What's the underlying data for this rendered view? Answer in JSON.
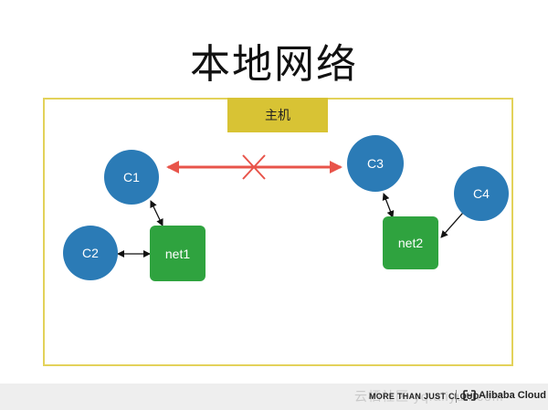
{
  "slide": {
    "title": "本地网络",
    "host_label": "主机"
  },
  "nodes": {
    "c1": "C1",
    "c2": "C2",
    "c3": "C3",
    "c4": "C4",
    "net1": "net1",
    "net2": "net2"
  },
  "colors": {
    "host_border": "#e3d25a",
    "host_label_bg": "#d8c334",
    "container": "#2b7bb6",
    "network": "#2fa33f",
    "blocked_link": "#e8544a"
  },
  "footer": {
    "watermark": "云栖社区 yq.aliyun.com",
    "tagline": "MORE THAN JUST CLOUD",
    "brand": "Alibaba Cloud"
  }
}
